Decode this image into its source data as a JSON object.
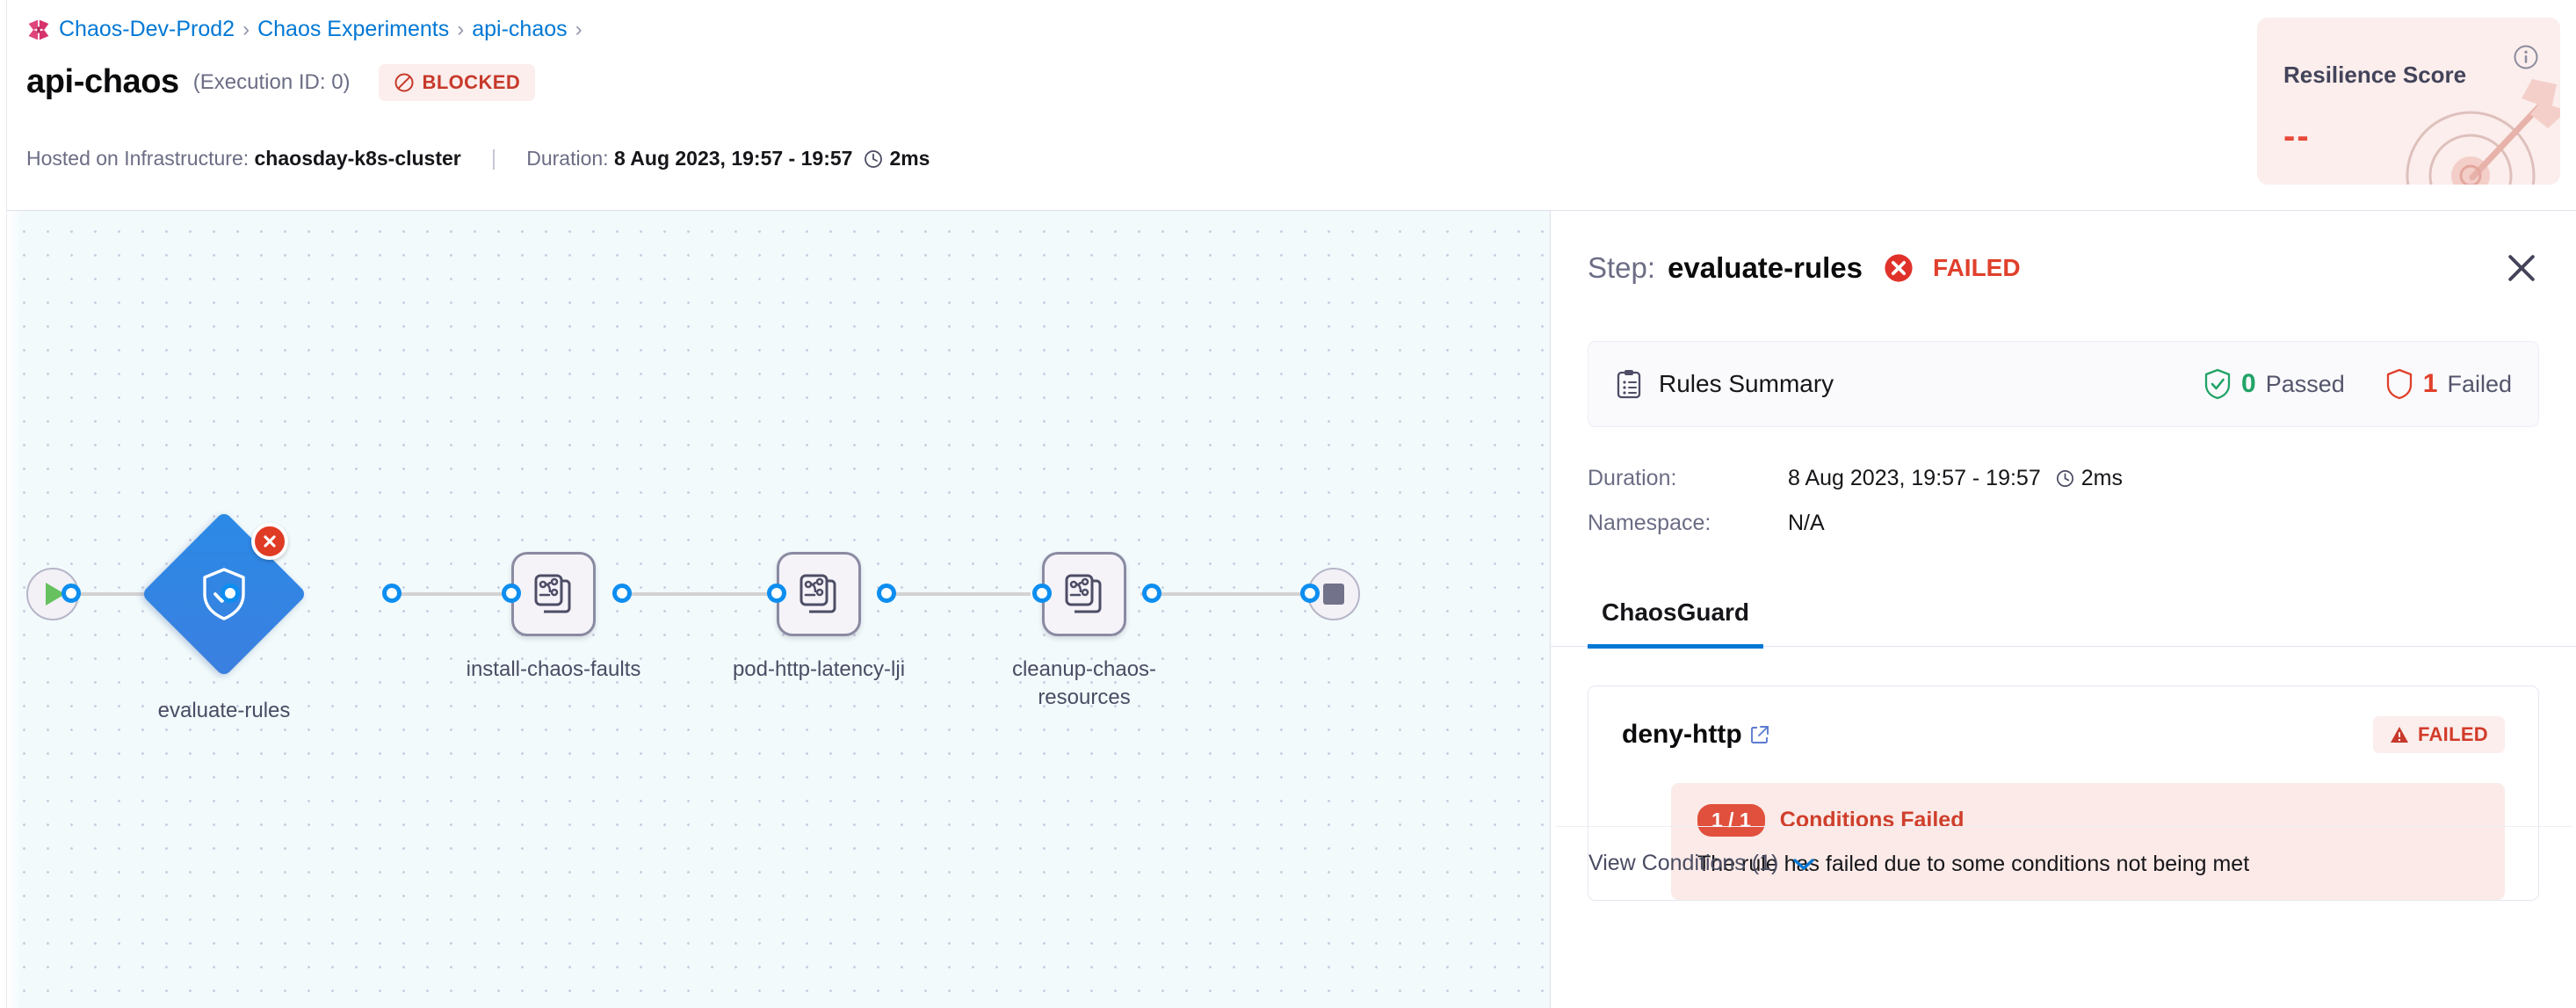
{
  "breadcrumb": {
    "logo_icon": "harness-logo-icon",
    "items": [
      {
        "label": "Chaos-Dev-Prod2"
      },
      {
        "label": "Chaos Experiments"
      },
      {
        "label": "api-chaos"
      }
    ],
    "separator": "›"
  },
  "header": {
    "title": "api-chaos",
    "execution_id": "(Execution ID: 0)",
    "status_badge": {
      "label": "BLOCKED",
      "icon": "blocked-icon",
      "text_color": "#c7392b",
      "bg_color": "#fbeeec"
    },
    "meta": {
      "infrastructure_label": "Hosted on Infrastructure:",
      "infrastructure_value": "chaosday-k8s-cluster",
      "divider": "|",
      "duration_label": "Duration:",
      "duration_value": "8 Aug 2023, 19:57 - 19:57",
      "duration_elapsed": "2ms",
      "clock_icon": "clock-icon"
    }
  },
  "resilience_card": {
    "title": "Resilience Score",
    "value": "--",
    "info_icon": "info-icon",
    "art_icon": "target-arrow-icon",
    "bg_color": "#fbeeec",
    "value_color": "#e8493a"
  },
  "canvas": {
    "start_node": {
      "name": "start-node",
      "icon": "play-icon"
    },
    "end_node": {
      "name": "end-node",
      "icon": "stop-icon"
    },
    "nodes": [
      {
        "id": "evaluate-rules",
        "label": "evaluate-rules",
        "shape": "diamond",
        "icon": "shield-check-icon",
        "status": "failed",
        "badge_icon": "error-x-icon"
      },
      {
        "id": "install-chaos-faults",
        "label": "install-chaos-faults",
        "shape": "box",
        "icon": "chaos-fault-icon",
        "status": "none"
      },
      {
        "id": "pod-http-latency-lji",
        "label": "pod-http-latency-lji",
        "shape": "box",
        "icon": "chaos-fault-icon",
        "status": "none"
      },
      {
        "id": "cleanup-chaos-resources",
        "label": "cleanup-chaos-resources",
        "shape": "box",
        "icon": "chaos-fault-icon",
        "status": "none"
      }
    ]
  },
  "panel": {
    "step_prefix": "Step:",
    "step_name": "evaluate-rules",
    "step_status": "FAILED",
    "step_status_icon": "error-x-icon",
    "close_icon": "close-icon",
    "rules_summary": {
      "icon": "clipboard-icon",
      "heading": "Rules Summary",
      "passed_count": "0",
      "passed_label": "Passed",
      "passed_icon": "shield-check-icon",
      "failed_count": "1",
      "failed_label": "Failed",
      "failed_icon": "shield-outline-icon"
    },
    "details": [
      {
        "key": "Duration:",
        "value": "8 Aug 2023, 19:57 - 19:57",
        "extra": "2ms",
        "icon": "clock-icon"
      },
      {
        "key": "Namespace:",
        "value": "N/A",
        "extra": "",
        "icon": ""
      }
    ],
    "tabs": [
      {
        "label": "ChaosGuard",
        "active": true
      }
    ],
    "rule": {
      "name": "deny-http",
      "external_link_icon": "external-link-icon",
      "status": "FAILED",
      "status_icon": "warning-triangle-icon",
      "condition": {
        "pill": "1 / 1",
        "title": "Conditions Failed",
        "description": "The rule has failed due to some conditions not being met"
      },
      "view_conditions_label": "View Conditions (1)",
      "chevron_icon": "chevron-down-icon"
    }
  },
  "colors": {
    "accent_blue": "#0278d5",
    "danger_red": "#e0402c",
    "success_green": "#21a366",
    "node_blue": "#2b8ae6"
  }
}
